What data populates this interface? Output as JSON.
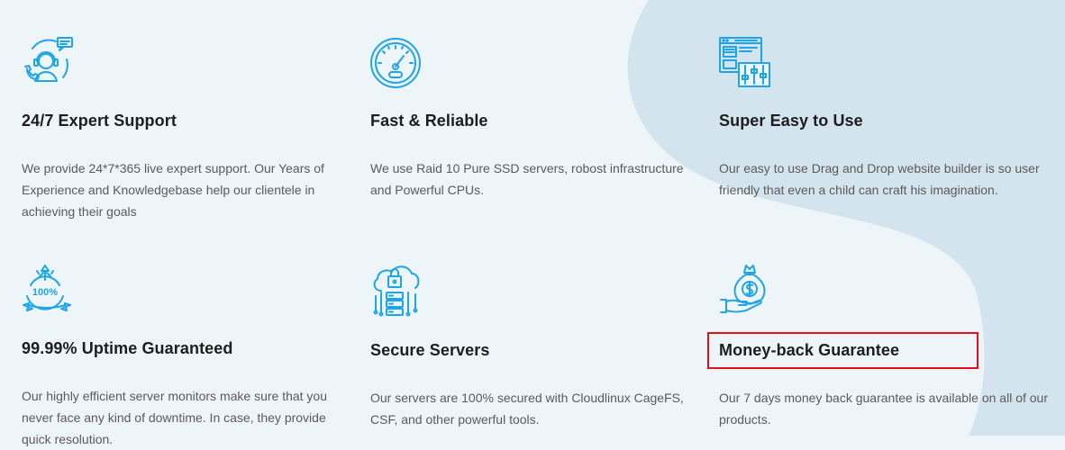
{
  "features": [
    {
      "title": "24/7 Expert Support",
      "description": "We provide 24*7*365 live expert support. Our Years of Experience and Knowledgebase help our clientele in achieving their goals",
      "icon": "support-headset-icon"
    },
    {
      "title": "Fast & Reliable",
      "description": "We use Raid 10 Pure SSD servers, robost infrastructure and Powerful CPUs.",
      "icon": "speedometer-icon"
    },
    {
      "title": "Super Easy to Use",
      "description": "Our easy to use Drag and Drop website builder is so user friendly that even a child can craft his imagination.",
      "icon": "website-builder-icon"
    },
    {
      "title": "99.99% Uptime Guaranteed",
      "description": "Our highly efficient server monitors make sure that you never face any kind of downtime. In case, they provide quick resolution.",
      "icon": "uptime-badge-icon"
    },
    {
      "title": "Secure Servers",
      "description": "Our servers are 100% secured with Cloudlinux CageFS, CSF, and other powerful tools.",
      "icon": "secure-server-icon"
    },
    {
      "title": "Money-back Guarantee",
      "description": "Our 7 days money back guarantee is available on all of our products.",
      "icon": "money-bag-hand-icon"
    }
  ],
  "badge_text": "100%",
  "colors": {
    "background": "#eef5f8",
    "blob": "#d4e4ef",
    "icon": "#1ea5e8",
    "highlight": "#e3101a"
  }
}
